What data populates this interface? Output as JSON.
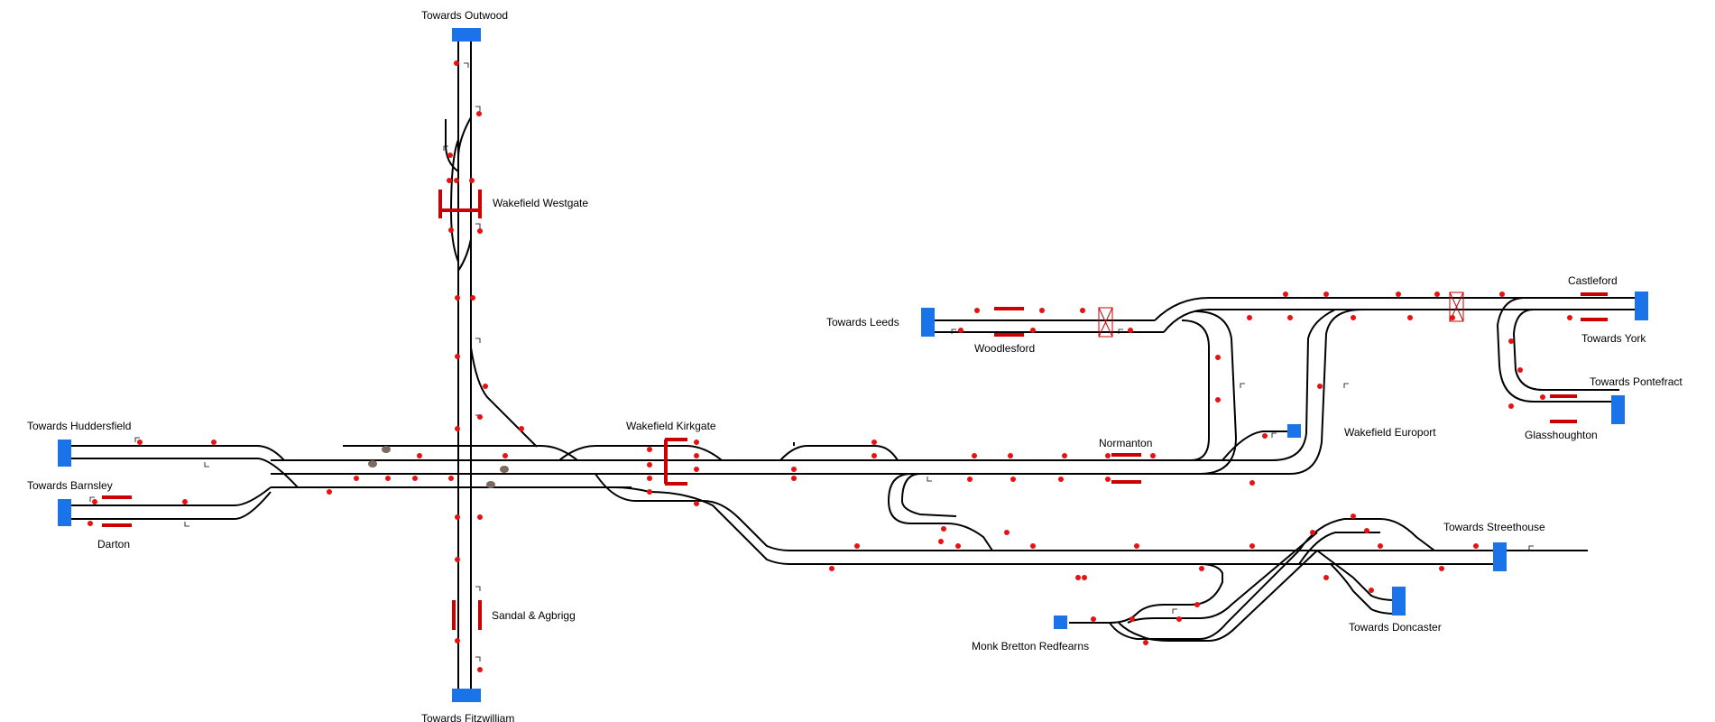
{
  "labels": {
    "outwood": "Towards Outwood",
    "westgate": "Wakefield Westgate",
    "leeds": "Towards Leeds",
    "woodlesford": "Woodlesford",
    "castleford": "Castleford",
    "york": "Towards York",
    "pontefract": "Towards Pontefract",
    "glasshoughton": "Glasshoughton",
    "huddersfield": "Towards Huddersfield",
    "barnsley": "Towards Barnsley",
    "darton": "Darton",
    "kirkgate": "Wakefield Kirkgate",
    "normanton": "Normanton",
    "europort": "Wakefield Europort",
    "streethouse": "Towards Streethouse",
    "doncaster": "Towards Doncaster",
    "monk_bretton": "Monk Bretton Redfearns",
    "sandal": "Sandal & Agbrigg",
    "fitzwilliam": "Towards Fitzwilliam"
  },
  "colors": {
    "track": "#000000",
    "signal": "#e81010",
    "platform": "#cc0000",
    "boundary": "#1a73e8",
    "crossing": "#cc0000",
    "buffer": "#7a6a60"
  }
}
